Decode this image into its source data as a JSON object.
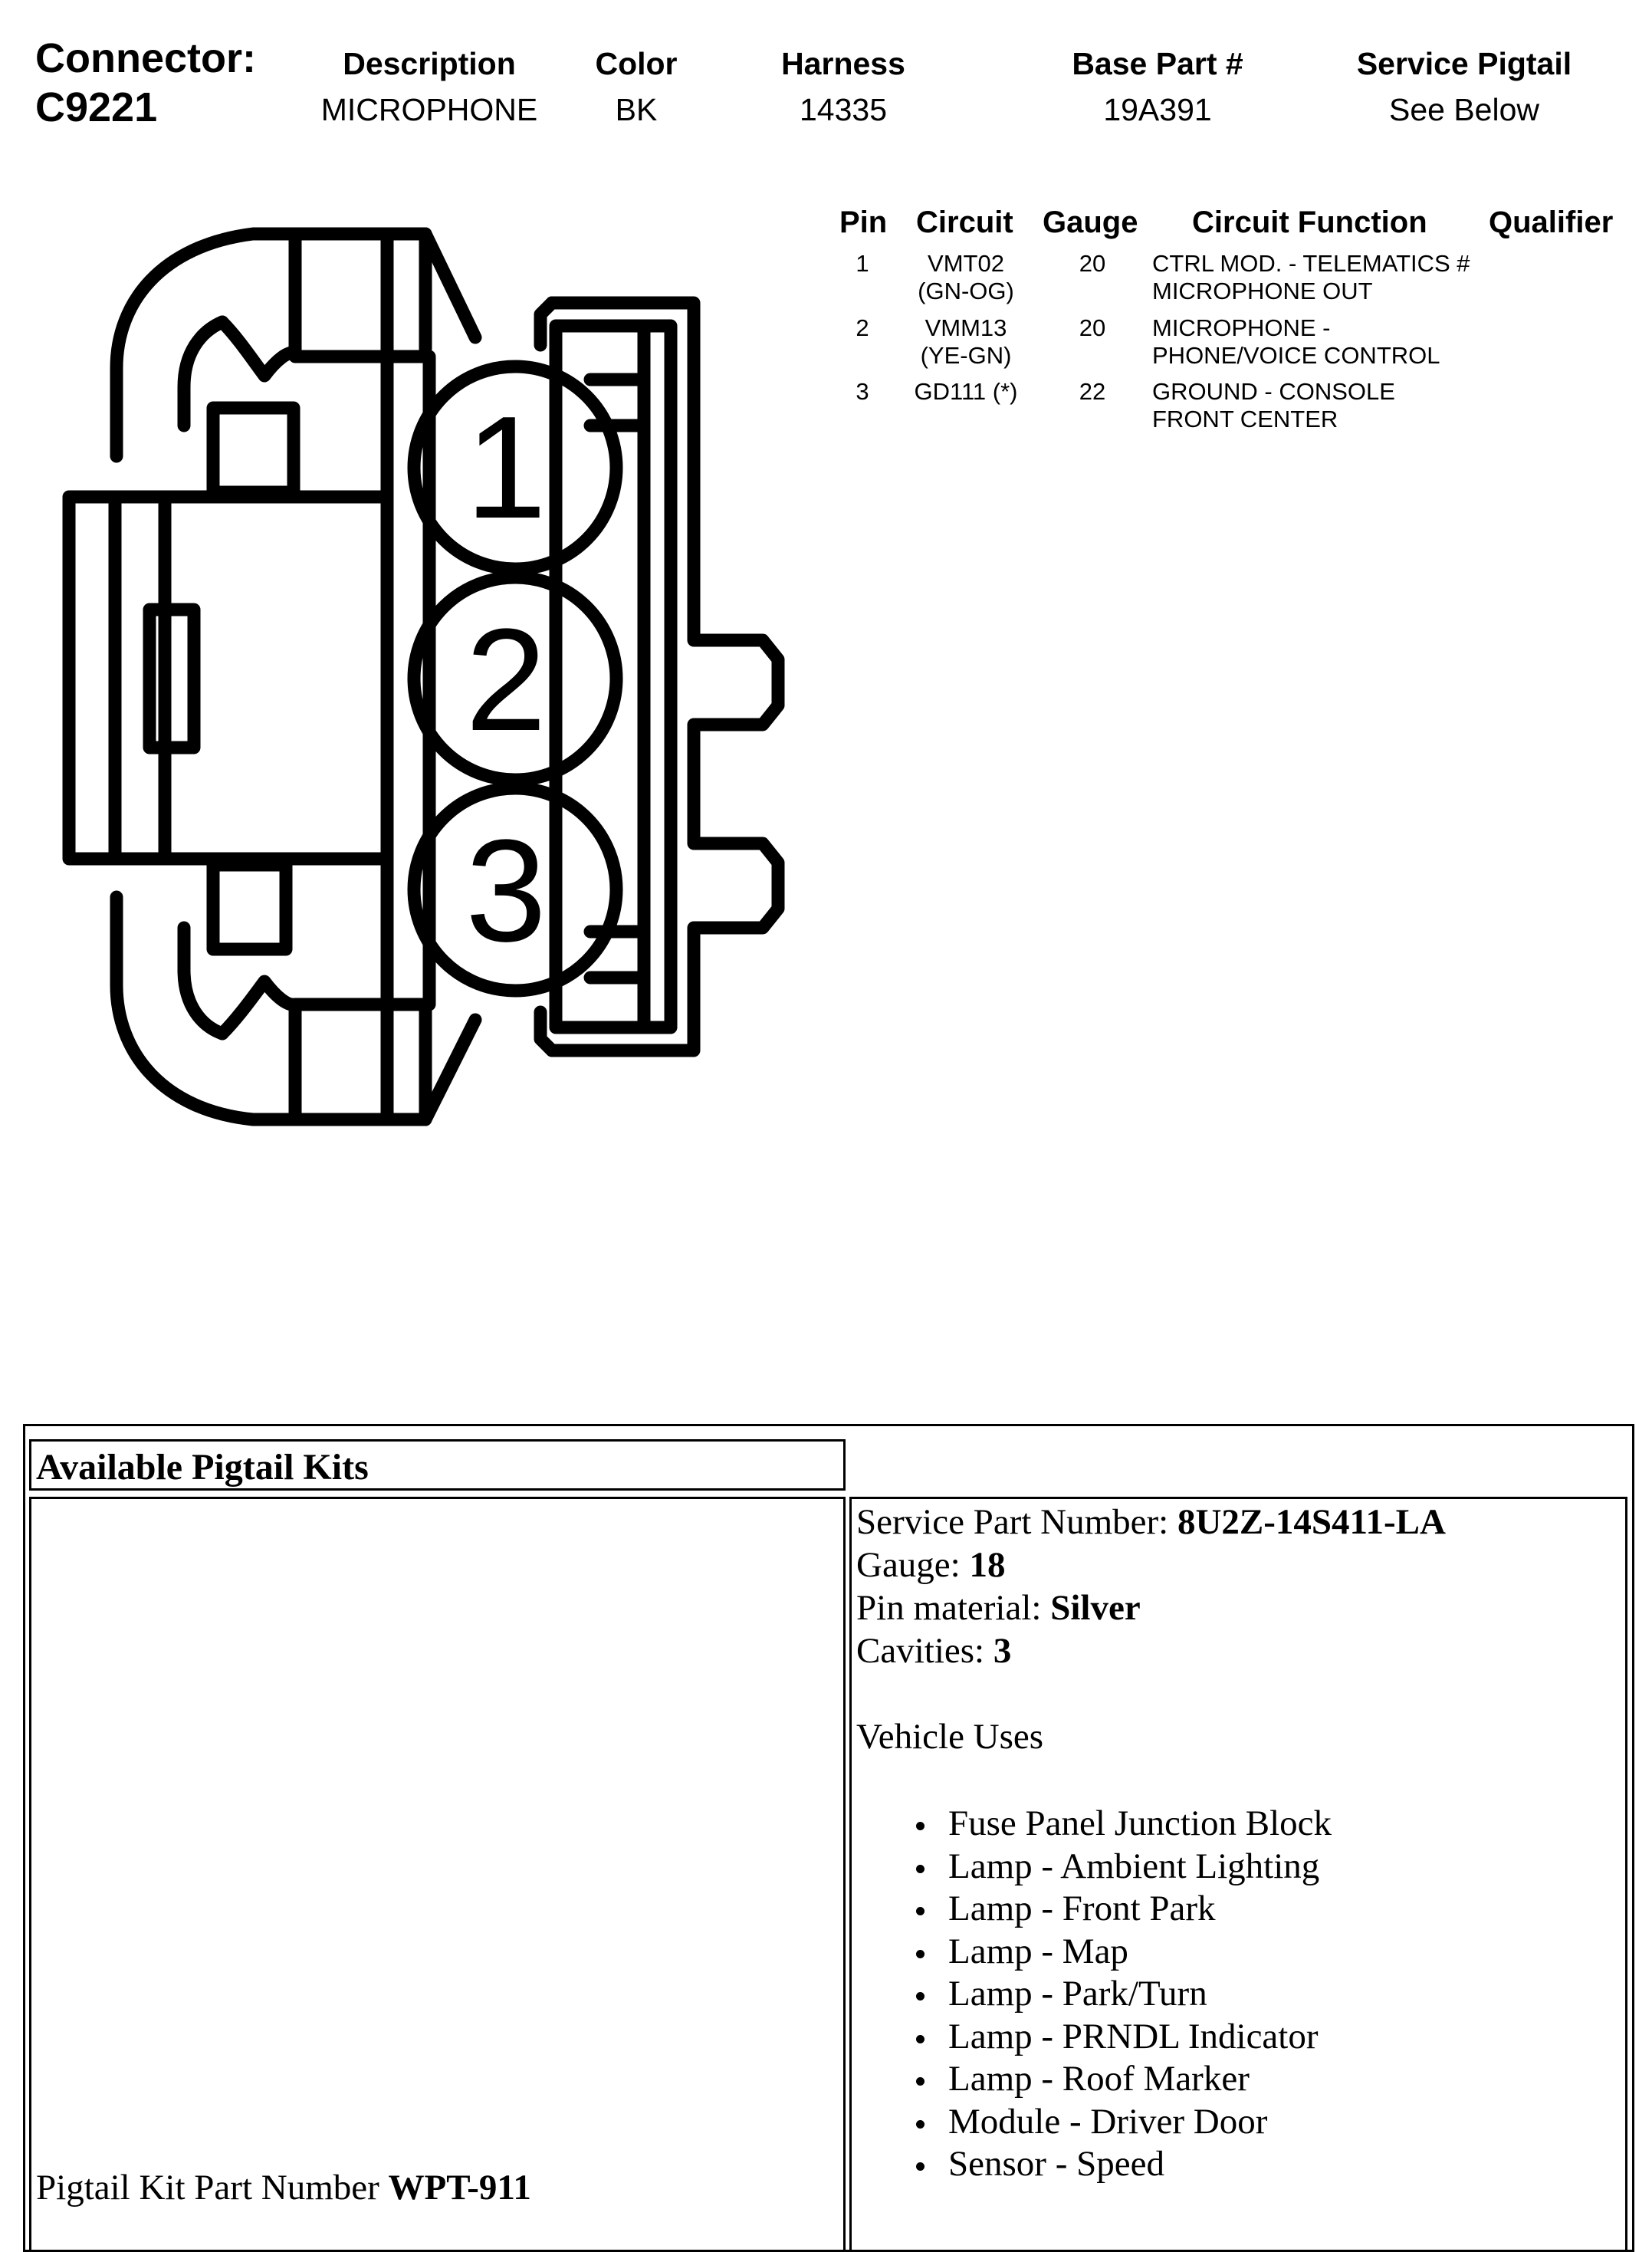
{
  "connector": {
    "label": "Connector:",
    "id": "C9221"
  },
  "header": {
    "columns": [
      {
        "key": "description",
        "label": "Description",
        "value": "MICROPHONE"
      },
      {
        "key": "color",
        "label": "Color",
        "value": "BK"
      },
      {
        "key": "harness",
        "label": "Harness",
        "value": "14335"
      },
      {
        "key": "base_part",
        "label": "Base Part #",
        "value": "19A391"
      },
      {
        "key": "service_pigtail",
        "label": "Service Pigtail",
        "value": "See Below"
      }
    ]
  },
  "pin_table": {
    "headers": {
      "pin": "Pin",
      "circuit": "Circuit",
      "gauge": "Gauge",
      "circuit_function": "Circuit Function",
      "qualifier": "Qualifier"
    },
    "rows": [
      {
        "pin": "1",
        "circuit": [
          "VMT02",
          "(GN-OG)"
        ],
        "gauge": "20",
        "function": [
          "CTRL MOD. - TELEMATICS #",
          "MICROPHONE OUT"
        ],
        "qualifier": ""
      },
      {
        "pin": "2",
        "circuit": [
          "VMM13",
          "(YE-GN)"
        ],
        "gauge": "20",
        "function": [
          "MICROPHONE -",
          "PHONE/VOICE CONTROL"
        ],
        "qualifier": ""
      },
      {
        "pin": "3",
        "circuit": [
          "GD111 (*)",
          ""
        ],
        "gauge": "22",
        "function": [
          "GROUND - CONSOLE",
          "FRONT CENTER"
        ],
        "qualifier": ""
      }
    ]
  },
  "diagram": {
    "pin_labels": [
      "1",
      "2",
      "3"
    ]
  },
  "pigtail": {
    "section_title": "Available Pigtail Kits",
    "kit_label": "Pigtail Kit Part Number ",
    "kit_number": "WPT-911",
    "service_part_label": "Service Part Number: ",
    "service_part_value": "8U2Z-14S411-LA",
    "gauge_label": "Gauge: ",
    "gauge_value": "18",
    "pin_material_label": "Pin material: ",
    "pin_material_value": "Silver",
    "cavities_label": "Cavities: ",
    "cavities_value": "3",
    "vehicle_uses_label": "Vehicle Uses",
    "vehicle_uses": [
      "Fuse Panel Junction Block",
      "Lamp - Ambient Lighting",
      "Lamp - Front Park",
      "Lamp - Map",
      "Lamp - Park/Turn",
      "Lamp - PRNDL Indicator",
      "Lamp - Roof Marker",
      "Module - Driver Door",
      "Sensor - Speed"
    ]
  }
}
